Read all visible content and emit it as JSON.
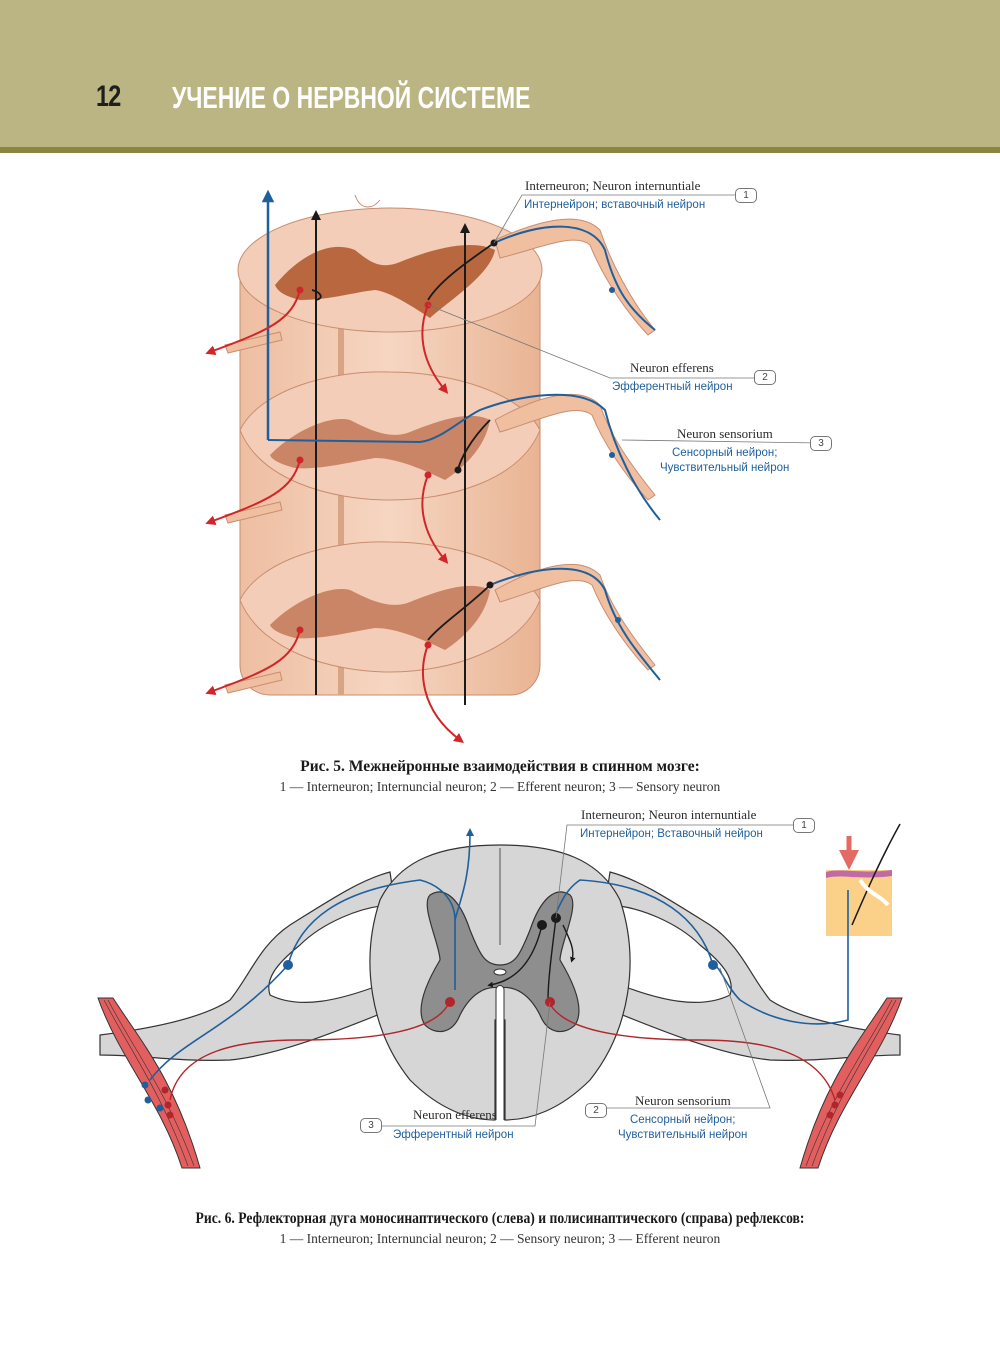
{
  "header": {
    "page_number": "12",
    "chapter_title": "УЧЕНИЕ О НЕРВНОЙ СИСТЕМЕ"
  },
  "colors": {
    "header_bg": "#bbb584",
    "header_rule": "#8c853f",
    "sensory_blue": "#1f5f9c",
    "efferent_red": "#d0262a",
    "interneuron_black": "#1a1a1a",
    "cord_tissue": "#f0c4a8",
    "grey_matter": "#b8673f",
    "cross_section_white": "#d6d6d6",
    "cross_section_grey": "#8e8e8e",
    "muscle": "#e35f5f",
    "skin": "#fbd089"
  },
  "figure5": {
    "labels": [
      {
        "number": "1",
        "latin": "Interneuron; Neuron internuntiale",
        "russian": [
          "Интернейрон; вставочный нейрон"
        ]
      },
      {
        "number": "2",
        "latin": "Neuron efferens",
        "russian": [
          "Эфферентный нейрон"
        ]
      },
      {
        "number": "3",
        "latin": "Neuron sensorium",
        "russian": [
          "Сенсорный нейрон;",
          "Чувствительный нейрон"
        ]
      }
    ],
    "caption": {
      "title": "Рис. 5. Межнейронные взаимодействия в спинном мозге:",
      "legend": "1 — Interneuron; Internuncial neuron; 2 — Efferent neuron; 3 — Sensory neuron"
    }
  },
  "figure6": {
    "labels": [
      {
        "number": "1",
        "latin": "Interneuron; Neuron internuntiale",
        "russian": [
          "Интернейрон; Вставочный нейрон"
        ]
      },
      {
        "number": "2",
        "latin": "Neuron sensorium",
        "russian": [
          "Сенсорный нейрон;",
          "Чувствительный нейрон"
        ]
      },
      {
        "number": "3",
        "latin": "Neuron efferens",
        "russian": [
          "Эфферентный нейрон"
        ]
      }
    ],
    "caption": {
      "title": "Рис. 6. Рефлекторная дуга моносинаптического (слева) и полисинаптического (справа) рефлексов:",
      "legend": "1 — Interneuron; Internuncial neuron; 2 — Sensory neuron; 3 — Efferent neuron"
    }
  }
}
